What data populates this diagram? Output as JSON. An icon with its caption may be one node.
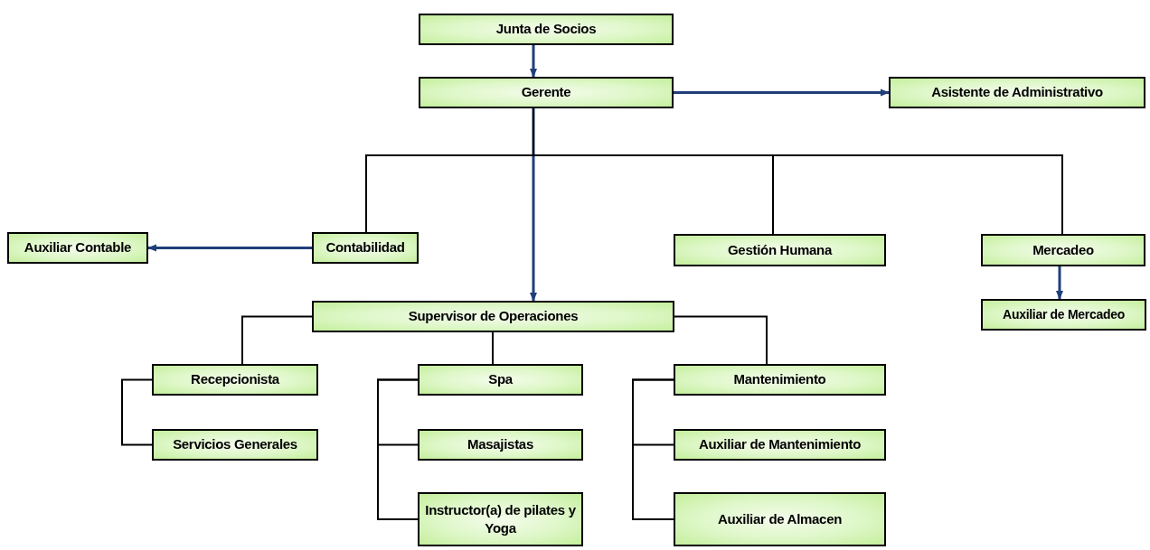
{
  "diagram": {
    "nodes": [
      {
        "text": [
          "Junta de Socios"
        ]
      },
      {
        "text": [
          "Gerente"
        ]
      },
      {
        "text": [
          "Asistente de Administrativo"
        ]
      },
      {
        "text": [
          "Contabilidad"
        ]
      },
      {
        "text": [
          "Auxiliar Contable"
        ]
      },
      {
        "text": [
          "Gestión Humana"
        ]
      },
      {
        "text": [
          "Mercadeo"
        ]
      },
      {
        "text": [
          "Auxiliar de Mercadeo"
        ]
      },
      {
        "text": [
          "Supervisor de Operaciones"
        ]
      },
      {
        "text": [
          "Recepcionista"
        ]
      },
      {
        "text": [
          "Servicios Generales"
        ]
      },
      {
        "text": [
          "Spa"
        ]
      },
      {
        "text": [
          "Masajistas"
        ]
      },
      {
        "text": [
          "Instructor(a) de pilates y Yoga"
        ]
      },
      {
        "text": [
          "Mantenimiento"
        ]
      },
      {
        "text": [
          "Auxiliar de Mantenimiento"
        ]
      },
      {
        "text": [
          "Auxiliar de Almacen"
        ]
      }
    ],
    "edges": [
      {
        "from": 0,
        "to": 1,
        "arrow": "to",
        "color": "#1f3f7a"
      },
      {
        "from": 1,
        "to": 2,
        "arrow": "to",
        "color": "#1f3f7a"
      },
      {
        "from": 1,
        "to": 8,
        "arrow": "to",
        "color": "#1f3f7a"
      },
      {
        "from": 1,
        "to": 3,
        "arrow": "none"
      },
      {
        "from": 1,
        "to": 5,
        "arrow": "none"
      },
      {
        "from": 1,
        "to": 6,
        "arrow": "none"
      },
      {
        "from": 3,
        "to": 4,
        "arrow": "to",
        "color": "#1f3f7a"
      },
      {
        "from": 6,
        "to": 7,
        "arrow": "to",
        "color": "#1f3f7a"
      },
      {
        "from": 8,
        "to": 9,
        "arrow": "none"
      },
      {
        "from": 8,
        "to": 11,
        "arrow": "none"
      },
      {
        "from": 8,
        "to": 14,
        "arrow": "none"
      },
      {
        "from": 9,
        "to": 10,
        "arrow": "none"
      },
      {
        "from": 11,
        "to": 12,
        "arrow": "none"
      },
      {
        "from": 11,
        "to": 13,
        "arrow": "none"
      },
      {
        "from": 14,
        "to": 15,
        "arrow": "none"
      },
      {
        "from": 14,
        "to": 16,
        "arrow": "none"
      }
    ]
  }
}
